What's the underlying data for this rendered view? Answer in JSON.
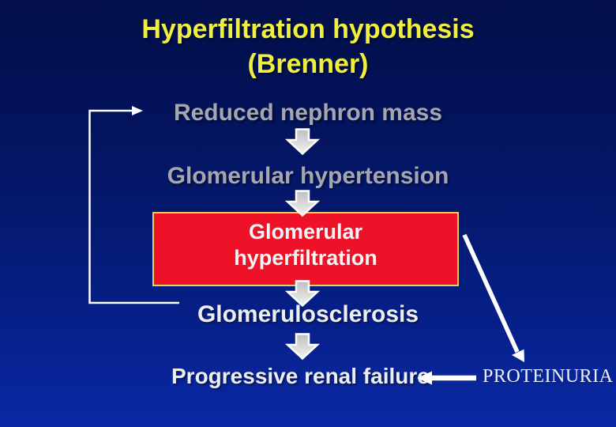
{
  "slide": {
    "title": {
      "line1": "Hyperfiltration hypothesis",
      "line2": "(Brenner)"
    },
    "flow": {
      "steps": [
        {
          "label": "Reduced nephron mass"
        },
        {
          "label": "Glomerular hypertension"
        },
        {
          "label": "Glomerulosclerosis"
        },
        {
          "label": "Progressive renal failure"
        }
      ],
      "highlight_box": {
        "line1": "Glomerular",
        "line2": "hyperfiltration"
      }
    },
    "annotations": {
      "proteinuria": "PROTEINURIA"
    },
    "icons": {
      "down_arrow": "block-arrow-down",
      "feedback_loop": "elbow-arrow-right",
      "proteinuria_arrow": "thick-arrow-left",
      "diagonal_arrow": "arrow-down-right"
    },
    "colors": {
      "background_top": "#020f49",
      "background_bottom": "#0a28a4",
      "title_text": "#f0ee3e",
      "muted_text": "#a6a6ae",
      "bright_text": "#edeef2",
      "box_fill": "#ee1228",
      "box_border": "#edd05c",
      "arrow_fill_top": "#bfbfc3",
      "arrow_fill_bottom": "#f2f2f2",
      "line_color": "#ffffff"
    }
  }
}
